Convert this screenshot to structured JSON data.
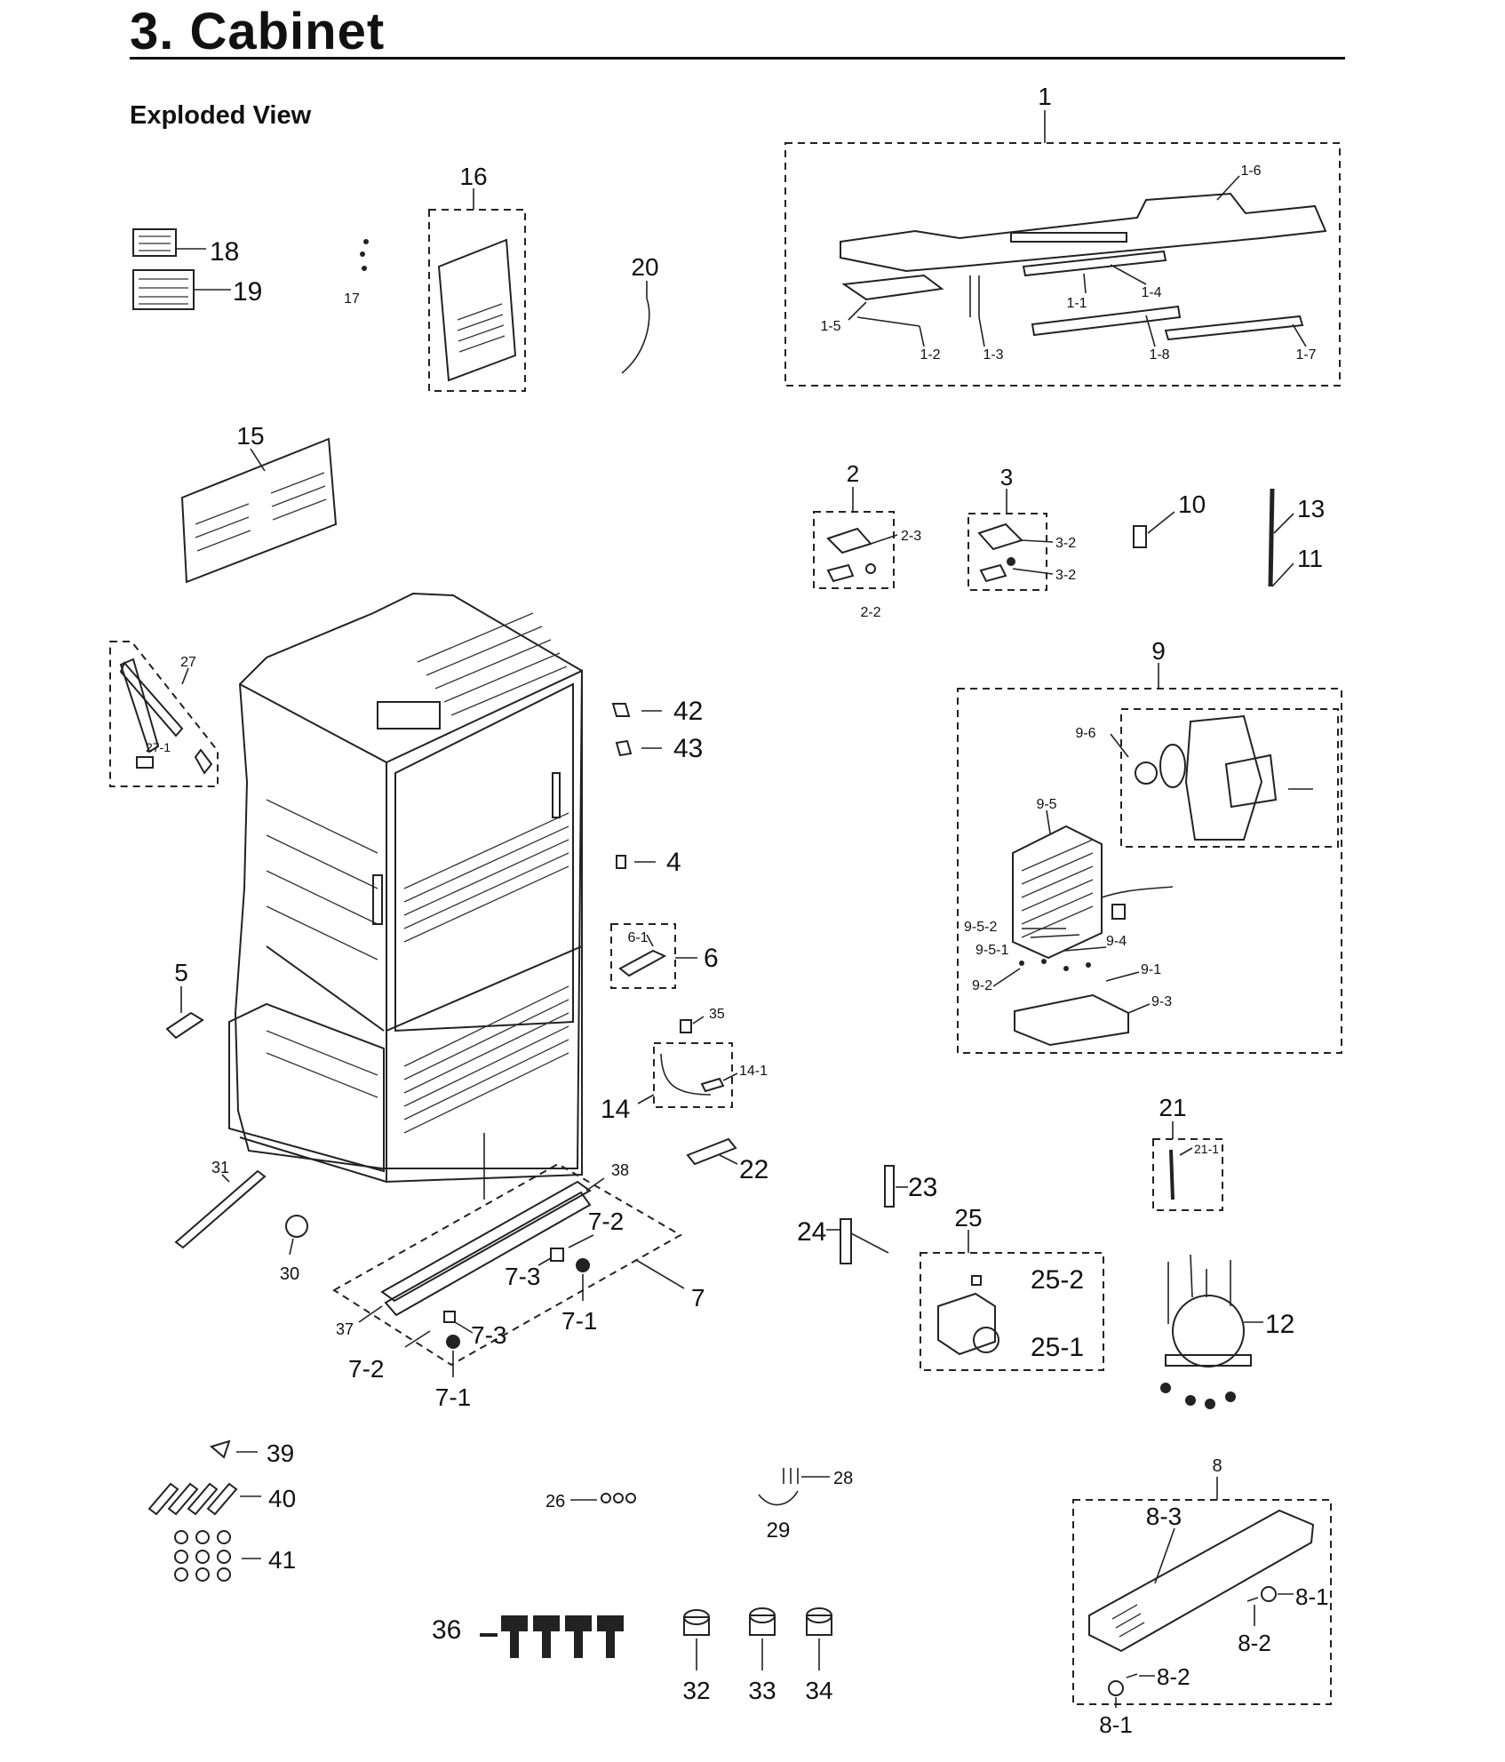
{
  "header": {
    "title": "3.  Cabinet",
    "subtitle": "Exploded View"
  },
  "callouts": {
    "c1": "1",
    "c1_1": "1-1",
    "c1_2": "1-2",
    "c1_3": "1-3",
    "c1_4": "1-4",
    "c1_5": "1-5",
    "c1_6": "1-6",
    "c1_7": "1-7",
    "c1_8": "1-8",
    "c2": "2",
    "c2_2": "2-2",
    "c2_3": "2-3",
    "c3": "3",
    "c3_2a": "3-2",
    "c3_2b": "3-2",
    "c4": "4",
    "c5": "5",
    "c6": "6",
    "c6_1": "6-1",
    "c7": "7",
    "c7_1a": "7-1",
    "c7_1b": "7-1",
    "c7_2a": "7-2",
    "c7_2b": "7-2",
    "c7_3a": "7-3",
    "c7_3b": "7-3",
    "c8": "8",
    "c8_1a": "8-1",
    "c8_1b": "8-1",
    "c8_2a": "8-2",
    "c8_2b": "8-2",
    "c8_3": "8-3",
    "c9": "9",
    "c9_1": "9-1",
    "c9_2": "9-2",
    "c9_3": "9-3",
    "c9_4": "9-4",
    "c9_5": "9-5",
    "c9_5_1": "9-5-1",
    "c9_5_2": "9-5-2",
    "c9_6": "9-6",
    "c10": "10",
    "c11": "11",
    "c12": "12",
    "c13": "13",
    "c14": "14",
    "c14_1": "14-1",
    "c15": "15",
    "c16": "16",
    "c17": "17",
    "c18": "18",
    "c19": "19",
    "c20": "20",
    "c21": "21",
    "c21_1": "21-1",
    "c22": "22",
    "c23": "23",
    "c24": "24",
    "c25": "25",
    "c25_1": "25-1",
    "c25_2": "25-2",
    "c26": "26",
    "c27": "27",
    "c27_1": "27-1",
    "c28": "28",
    "c29": "29",
    "c30": "30",
    "c31": "31",
    "c32": "32",
    "c33": "33",
    "c34": "34",
    "c35": "35",
    "c36": "36",
    "c37": "37",
    "c38": "38",
    "c39": "39",
    "c40": "40",
    "c41": "41",
    "c42": "42",
    "c43": "43"
  }
}
